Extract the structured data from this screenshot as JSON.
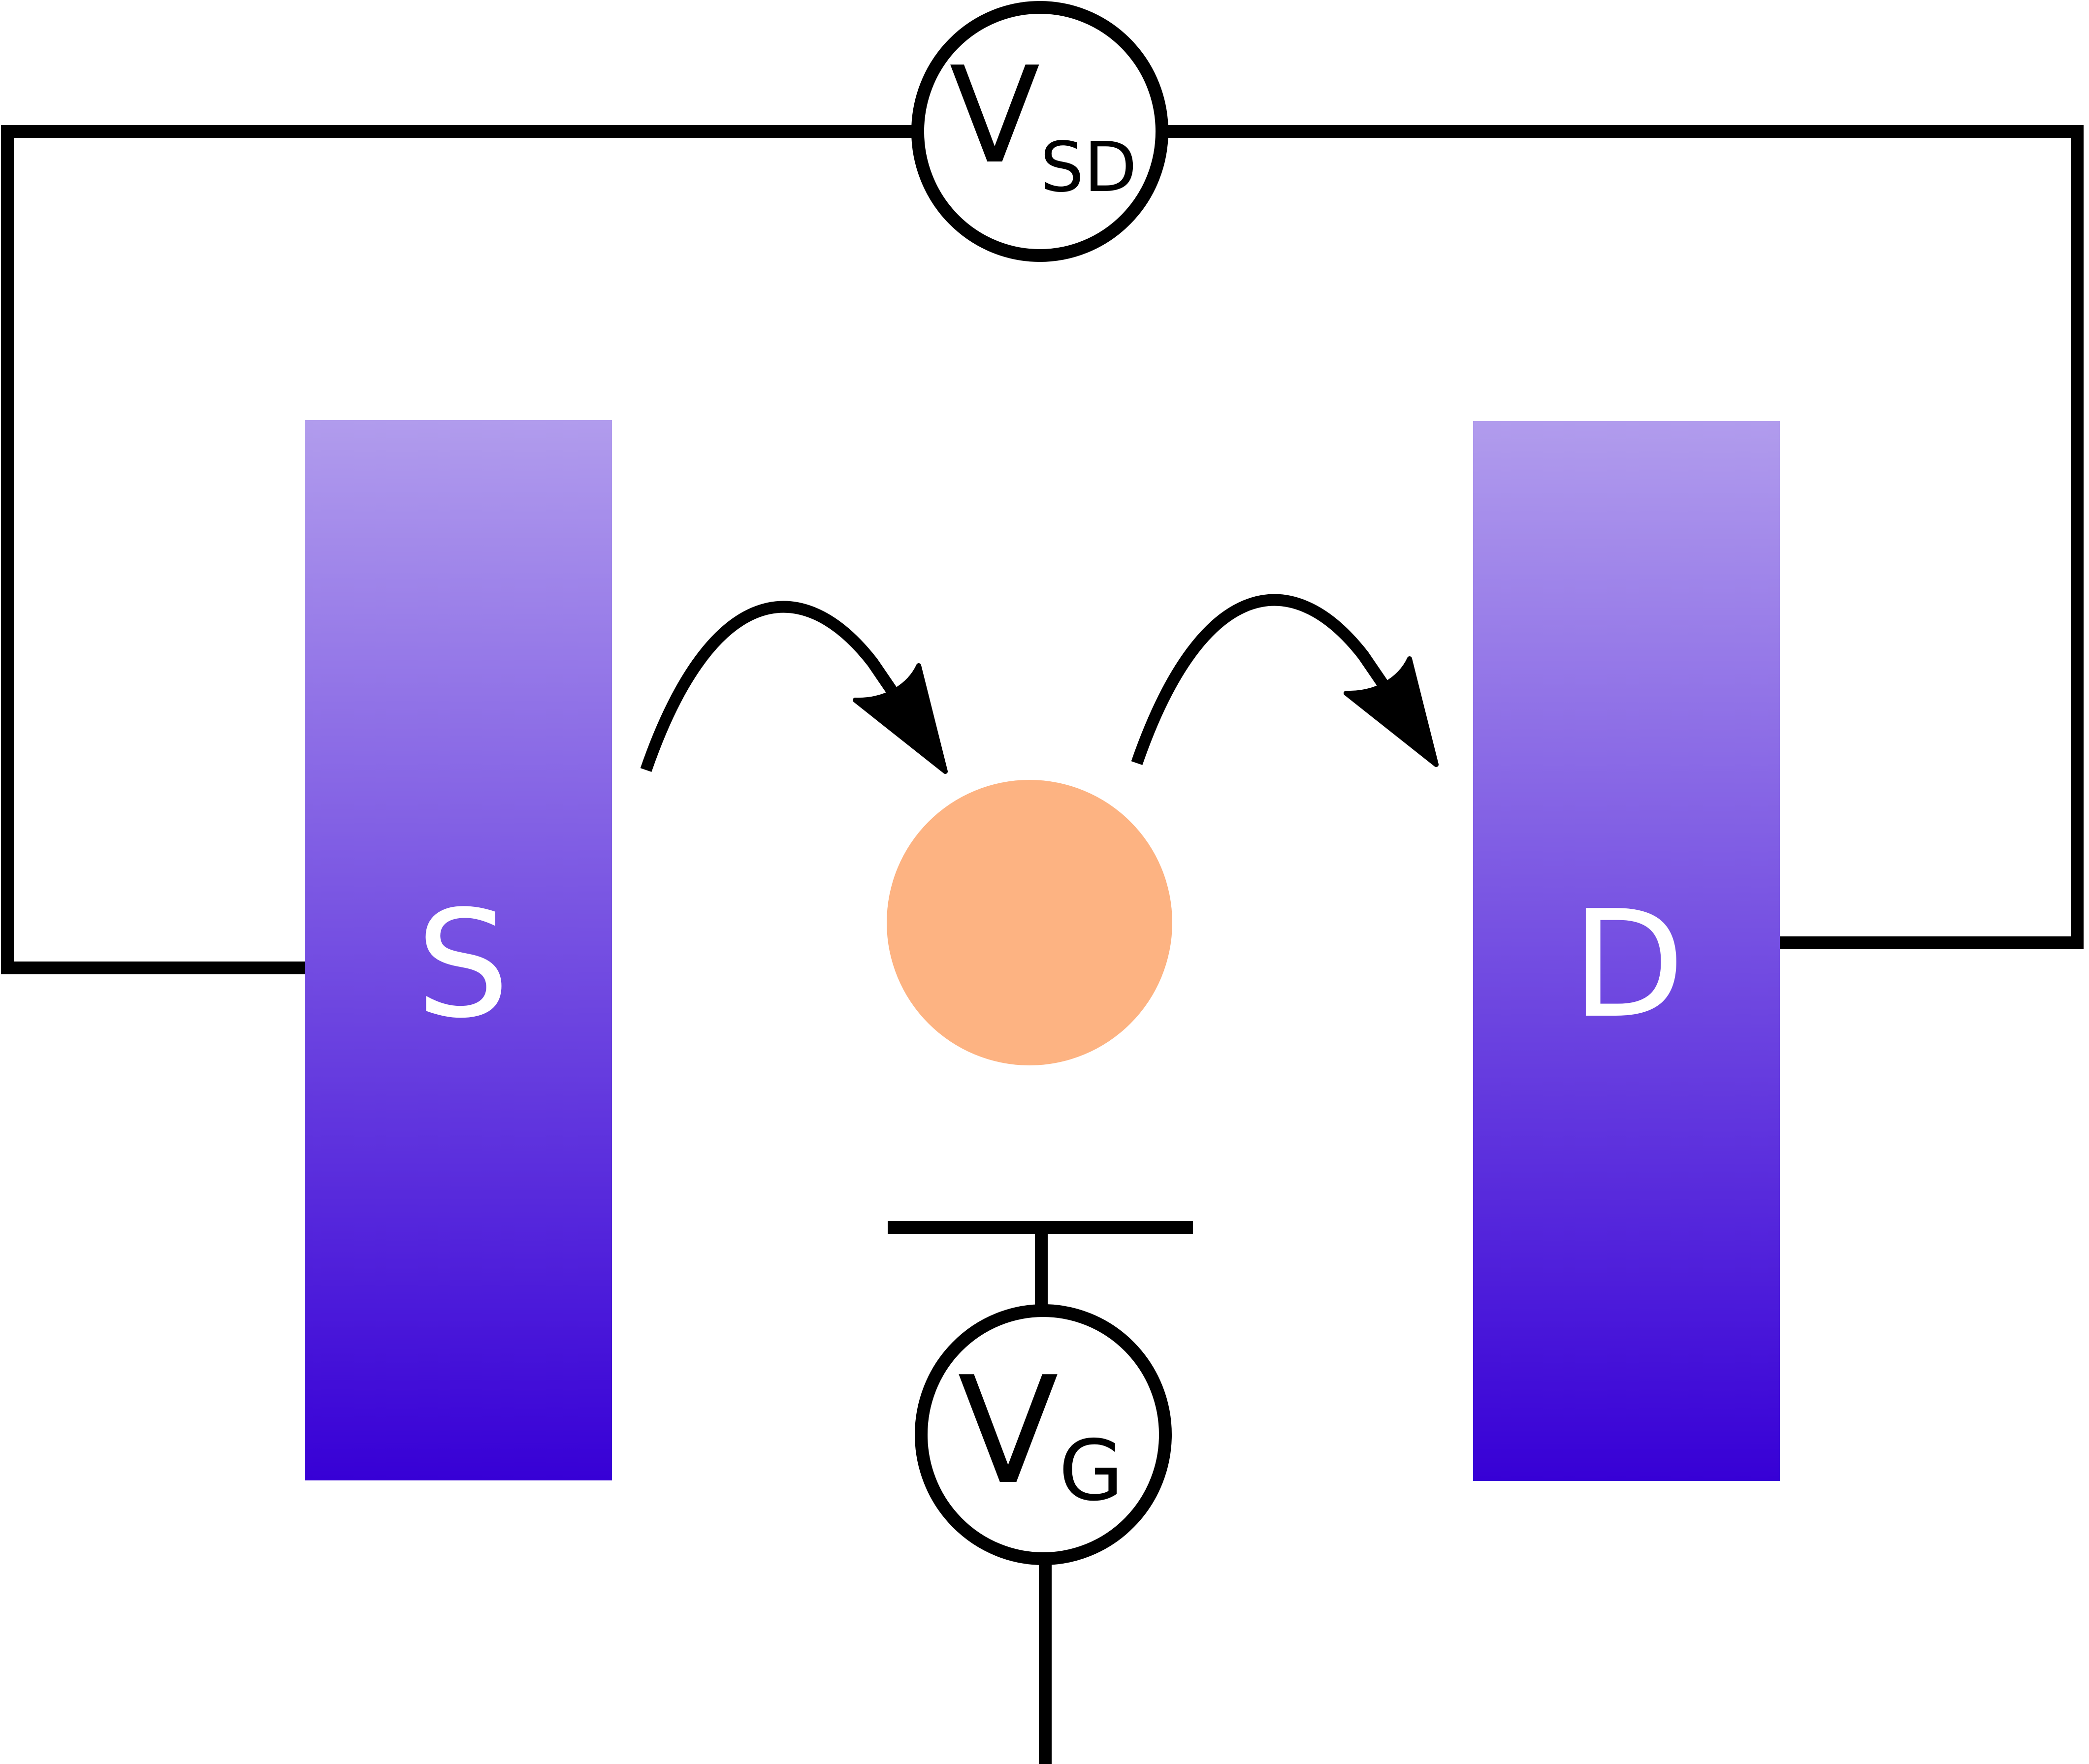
{
  "source_label": "S",
  "drain_label": "D",
  "vsd": {
    "main": "V",
    "sub": "SD"
  },
  "vg": {
    "main": "V",
    "sub": "G"
  },
  "colors": {
    "electrode_top": "#b19ced",
    "electrode_bottom": "#3700d6",
    "dot": "#fdb382",
    "wire": "#000000",
    "electrode_label": "#ffffff"
  }
}
